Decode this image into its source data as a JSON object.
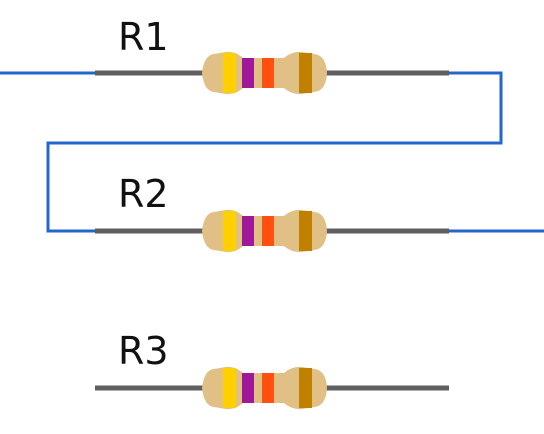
{
  "resistors": [
    {
      "label": "R1",
      "bands": [
        "yellow",
        "violet",
        "red",
        "gold"
      ]
    },
    {
      "label": "R2",
      "bands": [
        "yellow",
        "violet",
        "red",
        "gold"
      ]
    },
    {
      "label": "R3",
      "bands": [
        "yellow",
        "violet",
        "red",
        "gold"
      ]
    }
  ],
  "colors": {
    "wire": "#2566cc",
    "lead": "#5f5f5f",
    "body": "#e0c084",
    "band_yellow": "#ffd000",
    "band_violet": "#a0189a",
    "band_red": "#ff5010",
    "band_gold": "#c08000"
  }
}
